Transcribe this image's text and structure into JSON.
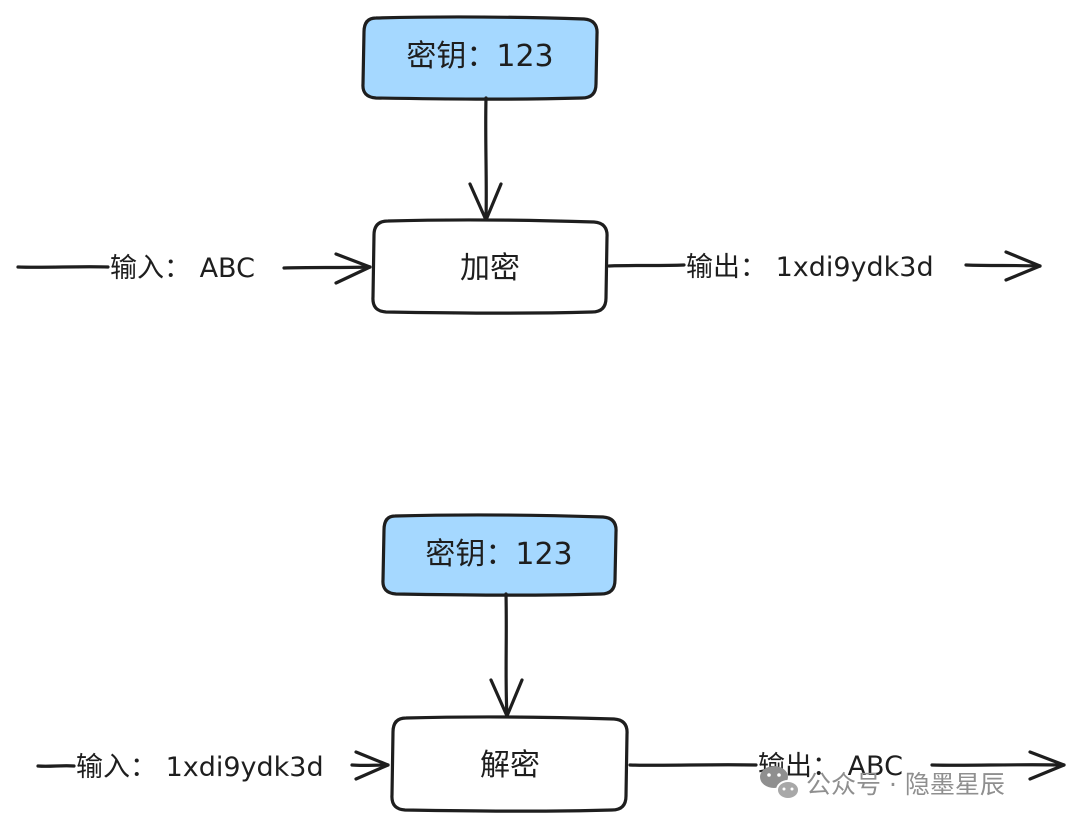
{
  "colors": {
    "stroke": "#1e1e1e",
    "key_fill": "#a5d8ff",
    "process_fill": "#ffffff",
    "watermark": "#8f8f8f"
  },
  "diagram": {
    "encrypt": {
      "key_label": "密钥：123",
      "process_label": "加密",
      "input_label": "输入： ABC",
      "output_label": "输出： 1xdi9ydk3d"
    },
    "decrypt": {
      "key_label": "密钥：123",
      "process_label": "解密",
      "input_label": "输入： 1xdi9ydk3d",
      "output_label": "输出： ABC"
    }
  },
  "watermark": {
    "icon": "wechat-icon",
    "text": "公众号 · 隐墨星辰"
  }
}
